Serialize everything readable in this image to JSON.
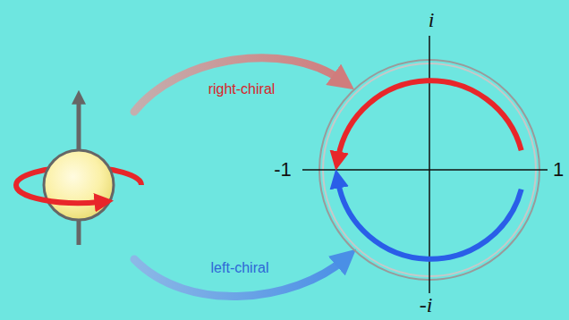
{
  "diagram": {
    "labels": [
      "right-chiral",
      "left-chiral",
      "i",
      "-1",
      "1",
      "-i"
    ]
  }
}
